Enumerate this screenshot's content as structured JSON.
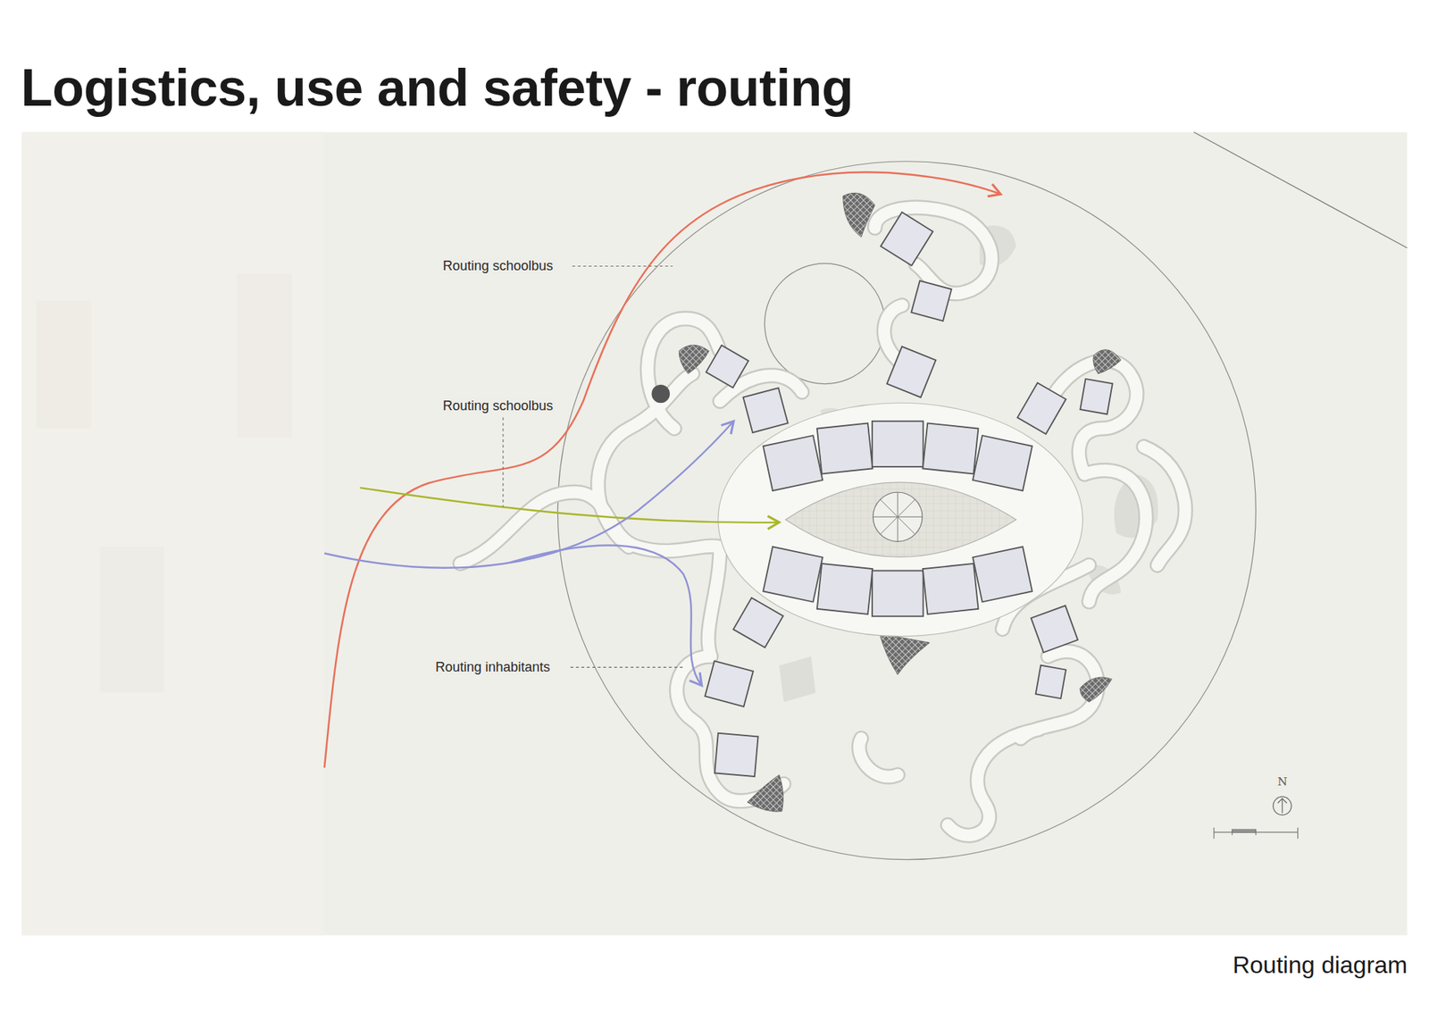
{
  "diagram": {
    "title": "Logistics, use and safety - routing",
    "caption": "Routing diagram",
    "labels": [
      "Routing schoolbus",
      "Routing schoolbus",
      "Routing inhabitants",
      "N"
    ]
  }
}
